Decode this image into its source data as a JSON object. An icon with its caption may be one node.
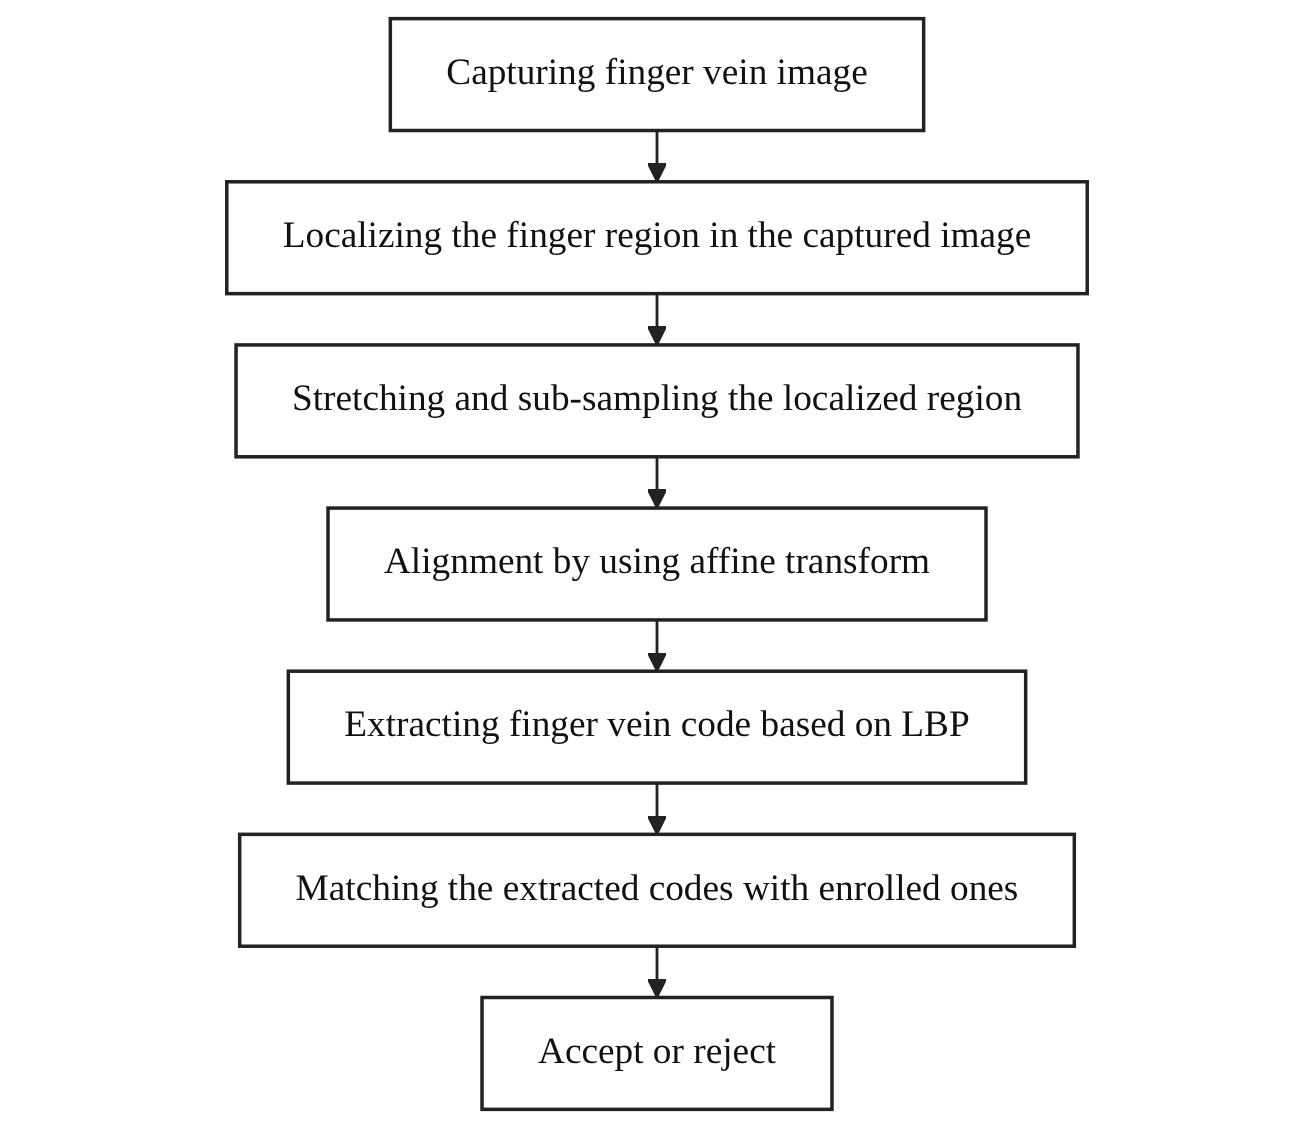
{
  "diagram": {
    "nodes": [
      {
        "text": [
          "Capturing finger vein image"
        ]
      },
      {
        "text": [
          "Localizing the finger region in the captured image"
        ]
      },
      {
        "text": [
          "Stretching and sub-sampling the localized region"
        ]
      },
      {
        "text": [
          "Alignment by using affine transform"
        ]
      },
      {
        "text": [
          "Extracting finger vein code based on LBP"
        ]
      },
      {
        "text": [
          "Matching the extracted codes with enrolled ones"
        ]
      },
      {
        "text": [
          "Accept or reject"
        ]
      }
    ],
    "edges": [
      {
        "from": 0,
        "to": 1,
        "arrow": "to"
      },
      {
        "from": 1,
        "to": 2,
        "arrow": "to"
      },
      {
        "from": 2,
        "to": 3,
        "arrow": "to"
      },
      {
        "from": 3,
        "to": 4,
        "arrow": "to"
      },
      {
        "from": 4,
        "to": 5,
        "arrow": "to"
      },
      {
        "from": 5,
        "to": 6,
        "arrow": "to"
      }
    ]
  }
}
